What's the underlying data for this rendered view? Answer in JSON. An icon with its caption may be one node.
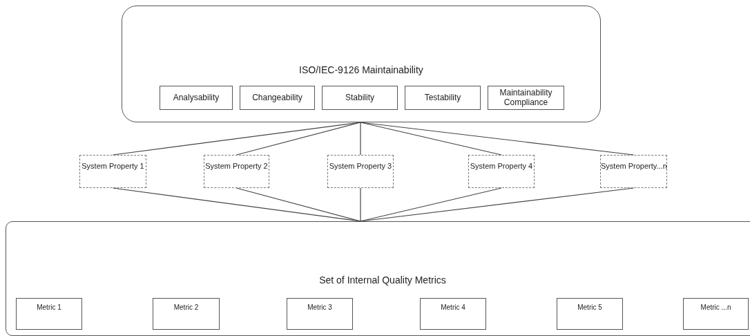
{
  "diagram": {
    "nodes": [
      {
        "text": [
          "ISO/IEC-9126 Maintainability"
        ]
      },
      {
        "text": [
          "Analysability"
        ],
        "in": 0
      },
      {
        "text": [
          "Changeability"
        ],
        "in": 0
      },
      {
        "text": [
          "Stability"
        ],
        "in": 0
      },
      {
        "text": [
          "Testability"
        ],
        "in": 0
      },
      {
        "text": [
          "Maintainability Compliance"
        ],
        "in": 0
      },
      {
        "text": [
          "System Property 1"
        ]
      },
      {
        "text": [
          "System Property 2"
        ]
      },
      {
        "text": [
          "System Property 3"
        ]
      },
      {
        "text": [
          "System Property 4"
        ]
      },
      {
        "text": [
          "System Property...n"
        ]
      },
      {
        "text": [
          "Set of Internal Quality Metrics"
        ]
      },
      {
        "text": [
          "Metric 1"
        ],
        "in": 11
      },
      {
        "text": [
          "Metric 2"
        ],
        "in": 11
      },
      {
        "text": [
          "Metric 3"
        ],
        "in": 11
      },
      {
        "text": [
          "Metric 4"
        ],
        "in": 11
      },
      {
        "text": [
          "Metric 5"
        ],
        "in": 11
      },
      {
        "text": [
          "Metric ...n"
        ],
        "in": 11
      }
    ],
    "edges": [
      {
        "from": 0,
        "to": 6,
        "arrow": "none"
      },
      {
        "from": 0,
        "to": 7,
        "arrow": "none"
      },
      {
        "from": 0,
        "to": 8,
        "arrow": "none"
      },
      {
        "from": 0,
        "to": 9,
        "arrow": "none"
      },
      {
        "from": 0,
        "to": 10,
        "arrow": "none"
      },
      {
        "from": 6,
        "to": 11,
        "arrow": "none"
      },
      {
        "from": 7,
        "to": 11,
        "arrow": "none"
      },
      {
        "from": 8,
        "to": 11,
        "arrow": "none"
      },
      {
        "from": 9,
        "to": 11,
        "arrow": "none"
      },
      {
        "from": 10,
        "to": 11,
        "arrow": "none"
      }
    ]
  }
}
